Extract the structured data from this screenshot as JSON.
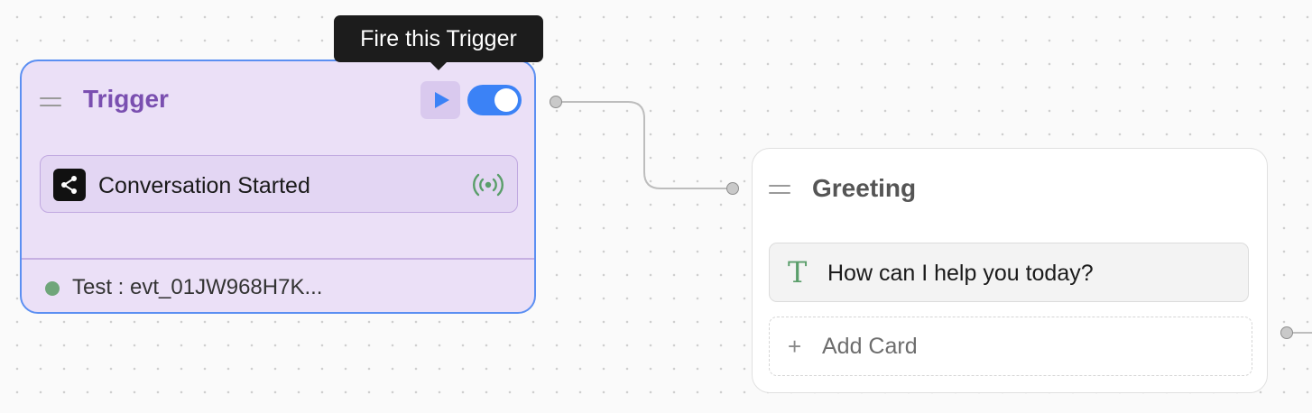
{
  "tooltip": {
    "text": "Fire this Trigger"
  },
  "trigger_node": {
    "title": "Trigger",
    "toggle_on": true,
    "event": {
      "label": "Conversation Started",
      "icon": "share-icon",
      "status_icon": "broadcast-icon"
    },
    "test_status": {
      "label": "Test : evt_01JW968H7K...",
      "dot_color": "#6fa67a"
    }
  },
  "greeting_node": {
    "title": "Greeting",
    "cards": [
      {
        "type": "text",
        "icon": "text-icon",
        "icon_glyph": "T",
        "text": "How can I help you today?"
      }
    ],
    "add_card": {
      "icon_glyph": "+",
      "label": "Add Card"
    }
  },
  "colors": {
    "accent_blue": "#3b82f6",
    "trigger_bg": "#ebe0f7",
    "trigger_title": "#7a4fb0",
    "status_green": "#6fa67a"
  }
}
